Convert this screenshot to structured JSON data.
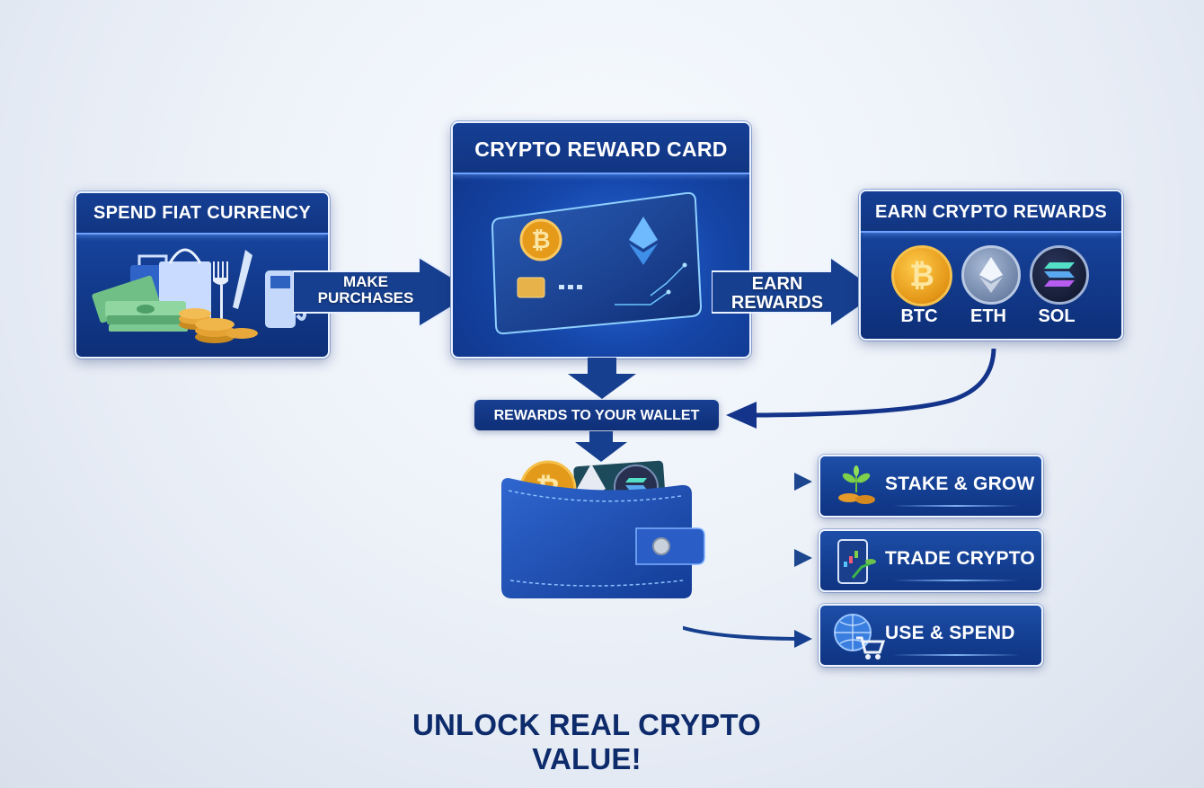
{
  "colors": {
    "panel_blue": "#133a8a",
    "dark_navy": "#0e2a6e",
    "accent_glow": "#6fa2ff",
    "btc_gold": "#e8a21c",
    "eth_silver": "#8fa3c0",
    "sol_dark": "#1c2540",
    "headline": "#0d2b6b"
  },
  "spend_panel": {
    "title": "SPEND FIAT CURRENCY",
    "icons": [
      "cash-icon",
      "shopping-bag-icon",
      "fork-icon",
      "knife-icon",
      "coins-icon",
      "fuel-pump-icon"
    ]
  },
  "arrow_make_purchases": {
    "line1": "MAKE",
    "line2": "PURCHASES"
  },
  "card_panel": {
    "title": "CRYPTO REWARD CARD",
    "icons": [
      "credit-card-icon",
      "bitcoin-icon",
      "ethereum-icon",
      "chip-icon"
    ]
  },
  "arrow_earn_rewards": {
    "line1": "EARN",
    "line2": "REWARDS"
  },
  "earn_panel": {
    "title": "EARN CRYPTO REWARDS",
    "coins": [
      {
        "symbol": "BTC",
        "glyph": "₿"
      },
      {
        "symbol": "ETH",
        "glyph": "◆"
      },
      {
        "symbol": "SOL",
        "glyph": "≡"
      }
    ]
  },
  "wallet_banner": {
    "label": "REWARDS TO YOUR WALLET"
  },
  "wallet": {
    "icons": [
      "wallet-icon",
      "bitcoin-icon",
      "ethereum-icon",
      "solana-icon"
    ]
  },
  "actions": [
    {
      "label": "STAKE & GROW",
      "icon": "sprout-coins-icon"
    },
    {
      "label": "TRADE CRYPTO",
      "icon": "phone-chart-icon"
    },
    {
      "label": "USE & SPEND",
      "icon": "globe-cart-icon"
    }
  ],
  "headline": "UNLOCK REAL CRYPTO VALUE!"
}
